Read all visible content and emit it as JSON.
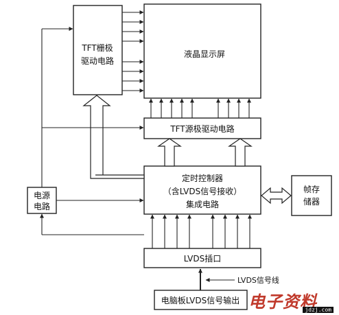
{
  "blocks": {
    "gate_driver": [
      "TFT栅极",
      "驱动电路"
    ],
    "lcd": "液晶显示屏",
    "source_driver": "TFT源极驱动电路",
    "timing_controller": [
      "定时控制器",
      "（含LVDS信号接收）",
      "集成电路"
    ],
    "frame_memory": [
      "帧存",
      "储器"
    ],
    "power": [
      "电源",
      "电路"
    ],
    "lvds_port": "LVDS插口",
    "motherboard_output": "电脑板LVDS信号输出"
  },
  "labels": {
    "lvds_line": "LVDS信号线"
  },
  "watermark": {
    "text": "电子资料",
    "url": "jdzj.com"
  }
}
